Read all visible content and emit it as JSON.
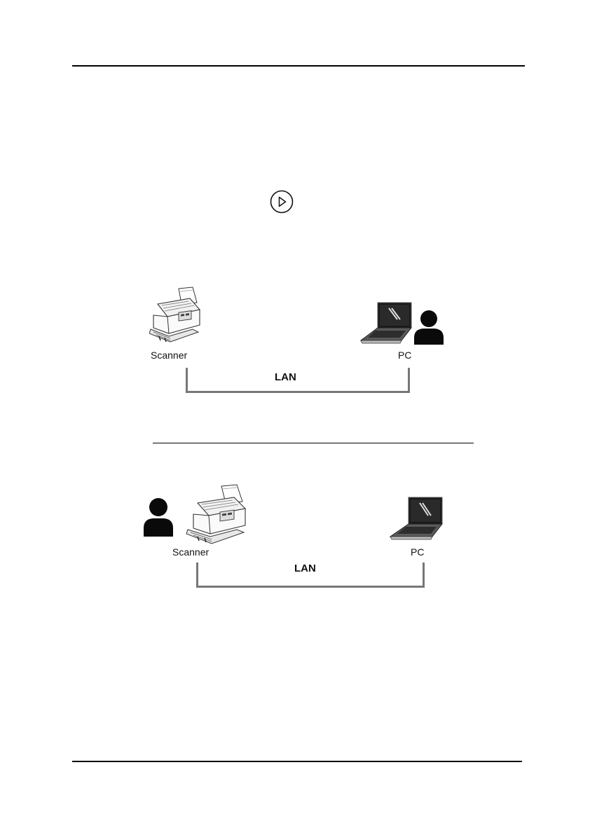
{
  "diagram1": {
    "scanner_label": "Scanner",
    "pc_label": "PC",
    "network_label": "LAN"
  },
  "diagram2": {
    "scanner_label": "Scanner",
    "pc_label": "PC",
    "network_label": "LAN"
  },
  "icons": {
    "play_button": "play-circle-icon",
    "scanner": "scanner-icon",
    "laptop": "laptop-icon",
    "user": "user-icon"
  }
}
